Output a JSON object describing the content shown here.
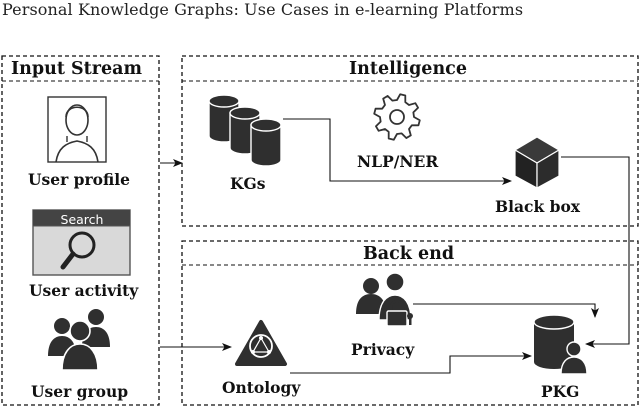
{
  "header": {
    "title": "Personal Knowledge Graphs: Use Cases in e-learning Platforms"
  },
  "input_stream": {
    "title": "Input Stream",
    "user_profile": "User profile",
    "user_activity": "User activity",
    "search_text": "Search",
    "user_group": "User group"
  },
  "intelligence": {
    "title": "Intelligence",
    "kgs": "KGs",
    "nlp_ner": "NLP/NER",
    "black_box": "Black box"
  },
  "back_end": {
    "title": "Back end",
    "privacy": "Privacy",
    "ontology": "Ontology",
    "pkg": "PKG"
  },
  "colors": {
    "icon_dark": "#2f2f2f",
    "search_bar": "#444444",
    "search_box": "#d9d9d9",
    "search_border": "#555555"
  }
}
